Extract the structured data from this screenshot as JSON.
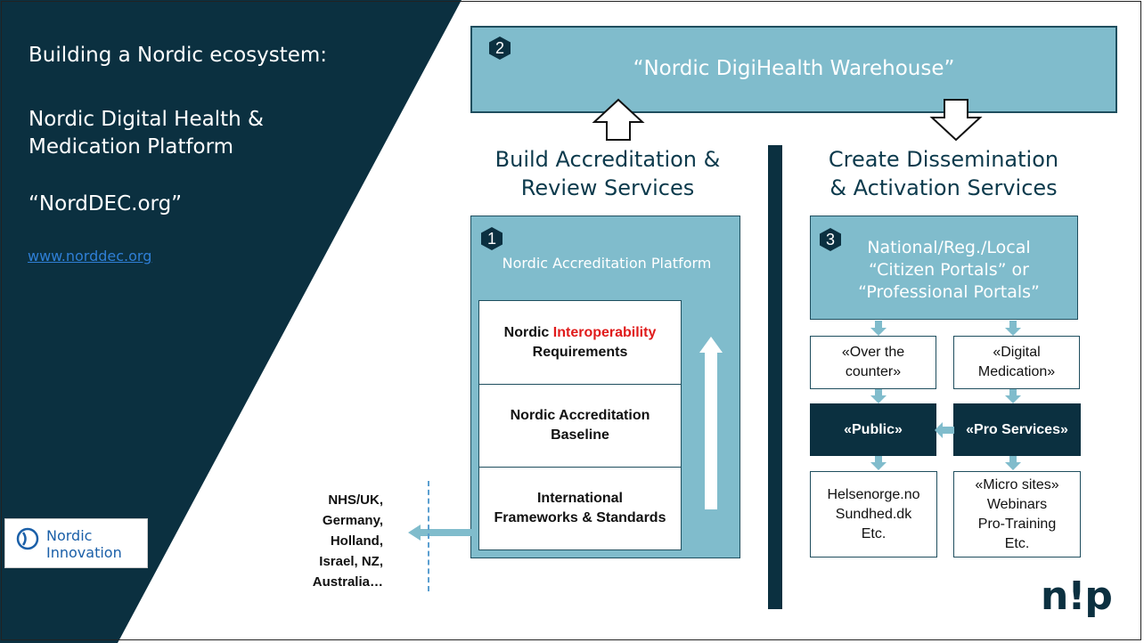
{
  "left_panel": {
    "title": "Building a Nordic ecosystem:",
    "platform_line1": "Nordic Digital Health &",
    "platform_line2": "Medication Platform",
    "org_name": "“NordDEC.org”",
    "link_text": "www.norddec.org",
    "logo_line1": "Nordic",
    "logo_line2": "Innovation"
  },
  "warehouse": {
    "number": "2",
    "label": "“Nordic DigiHealth Warehouse”"
  },
  "headings": {
    "left_line1": "Build Accreditation &",
    "left_line2": "Review Services",
    "right_line1": "Create Dissemination",
    "right_line2": "& Activation Services"
  },
  "accreditation": {
    "number": "1",
    "title": "Nordic Accreditation Platform",
    "row1_prefix": "Nordic ",
    "row1_highlight": "Interoperability",
    "row1_suffix": "Requirements",
    "row2_line1": "Nordic Accreditation",
    "row2_line2": "Baseline",
    "row3_line1": "International",
    "row3_line2": "Frameworks & Standards"
  },
  "countries": [
    "NHS/UK,",
    "Germany,",
    "Holland,",
    "Israel, NZ,",
    "Australia…"
  ],
  "portals": {
    "number": "3",
    "line1": "National/Reg./Local",
    "line2": "“Citizen Portals” or",
    "line3": "“Professional Portals”"
  },
  "channels": {
    "otc_line1": "«Over the",
    "otc_line2": "counter»",
    "digital_line1": "«Digital",
    "digital_line2": "Medication»",
    "public": "«Public»",
    "pro_services": "«Pro Services»",
    "public_sites": [
      "Helsenorge.no",
      "Sundhed.dk",
      "Etc."
    ],
    "pro_sites": [
      "«Micro sites»",
      "Webinars",
      "Pro-Training",
      "Etc."
    ]
  },
  "brand": "n!p",
  "colors": {
    "dark_navy": "#0b3040",
    "light_blue": "#80bccc",
    "link_blue": "#2f7fd6",
    "highlight_red": "#e01b1b"
  }
}
